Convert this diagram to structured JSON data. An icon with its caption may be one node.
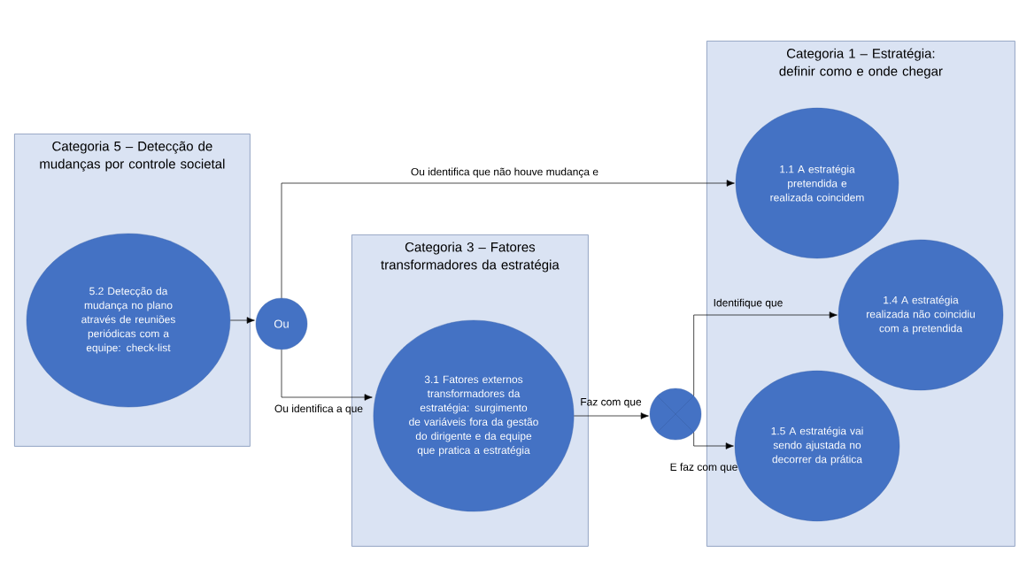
{
  "diagram": {
    "nodes": [
      {
        "text": [
          "Categoria 5 – Detecção de mudanças por controle societal"
        ]
      },
      {
        "text": [
          "5.2 Detecção da mudança no plano através de reuniões periódicas com a equipe: check-list"
        ],
        "in": 0
      },
      {
        "text": [
          "Ou"
        ]
      },
      {
        "text": [
          "Categoria 3 – Fatores transformadores da estratégia"
        ]
      },
      {
        "text": [
          "3.1 Fatores externos transformadores da estratégia: surgimento de variáveis fora da gestão do dirigente e da equipe que pratica a estratégia"
        ],
        "in": 3
      },
      {
        "text": [],
        "shape": "circle"
      },
      {
        "text": [
          "Categoria 1 – Estratégia: definir como e onde chegar"
        ]
      },
      {
        "text": [
          "1.1 A estratégia pretendida e realizada coincidem"
        ],
        "in": 6
      },
      {
        "text": [
          "1.4 A estratégia realizada não coincidiu com a pretendida"
        ],
        "in": 6
      },
      {
        "text": [
          "1.5 A estratégia vai sendo ajustada no decorrer da prática"
        ],
        "in": 6
      }
    ],
    "edges": [
      {
        "from": 1,
        "to": 2,
        "arrow": "to"
      },
      {
        "from": 2,
        "to": 7,
        "arrow": "to",
        "label": "Ou identifica que não houve mudança e"
      },
      {
        "from": 2,
        "to": 4,
        "arrow": "to",
        "label": "Ou identifica a que"
      },
      {
        "from": 4,
        "to": 5,
        "arrow": "to",
        "label": "Faz com que"
      },
      {
        "from": 5,
        "to": 8,
        "arrow": "to",
        "label": "Identifique que"
      },
      {
        "from": 5,
        "to": 9,
        "arrow": "to",
        "label": "E faz com que"
      }
    ]
  }
}
